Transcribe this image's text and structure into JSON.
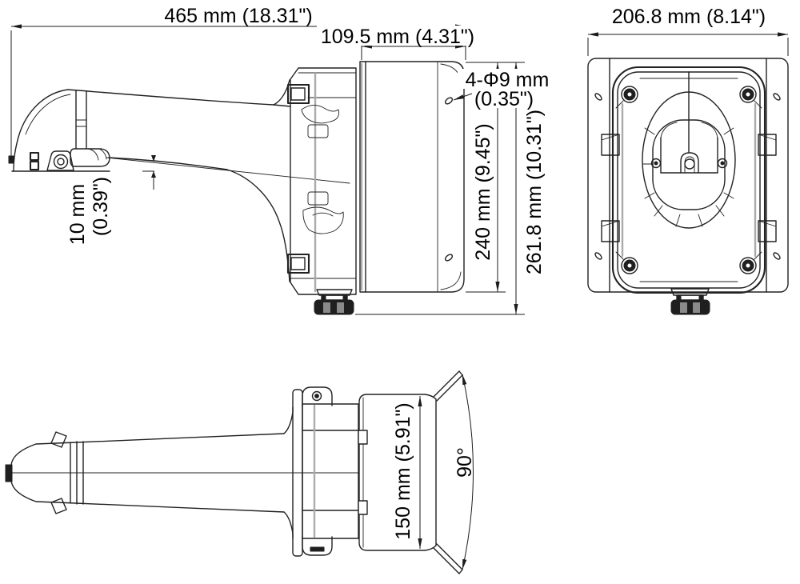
{
  "drawing": {
    "type": "dimensional-outline-drawing",
    "colors": {
      "line": "#222222",
      "background": "#ffffff"
    },
    "side_view": {
      "overall_length": "465 mm (18.31\")",
      "box_depth": "109.5 mm (4.31\")",
      "holes_label_line1": "4-Φ9 mm",
      "holes_label_line2": "(0.35\")",
      "plate_height": "240 mm (9.45\")",
      "overall_height": "261.8 mm (10.31\")",
      "arm_offset_line1": "10 mm",
      "arm_offset_line2": "(0.39\")"
    },
    "rear_view": {
      "plate_width": "206.8 mm (8.14\")"
    },
    "top_view": {
      "plate_span": "150 mm (5.91\")",
      "flange_angle": "90°"
    }
  }
}
